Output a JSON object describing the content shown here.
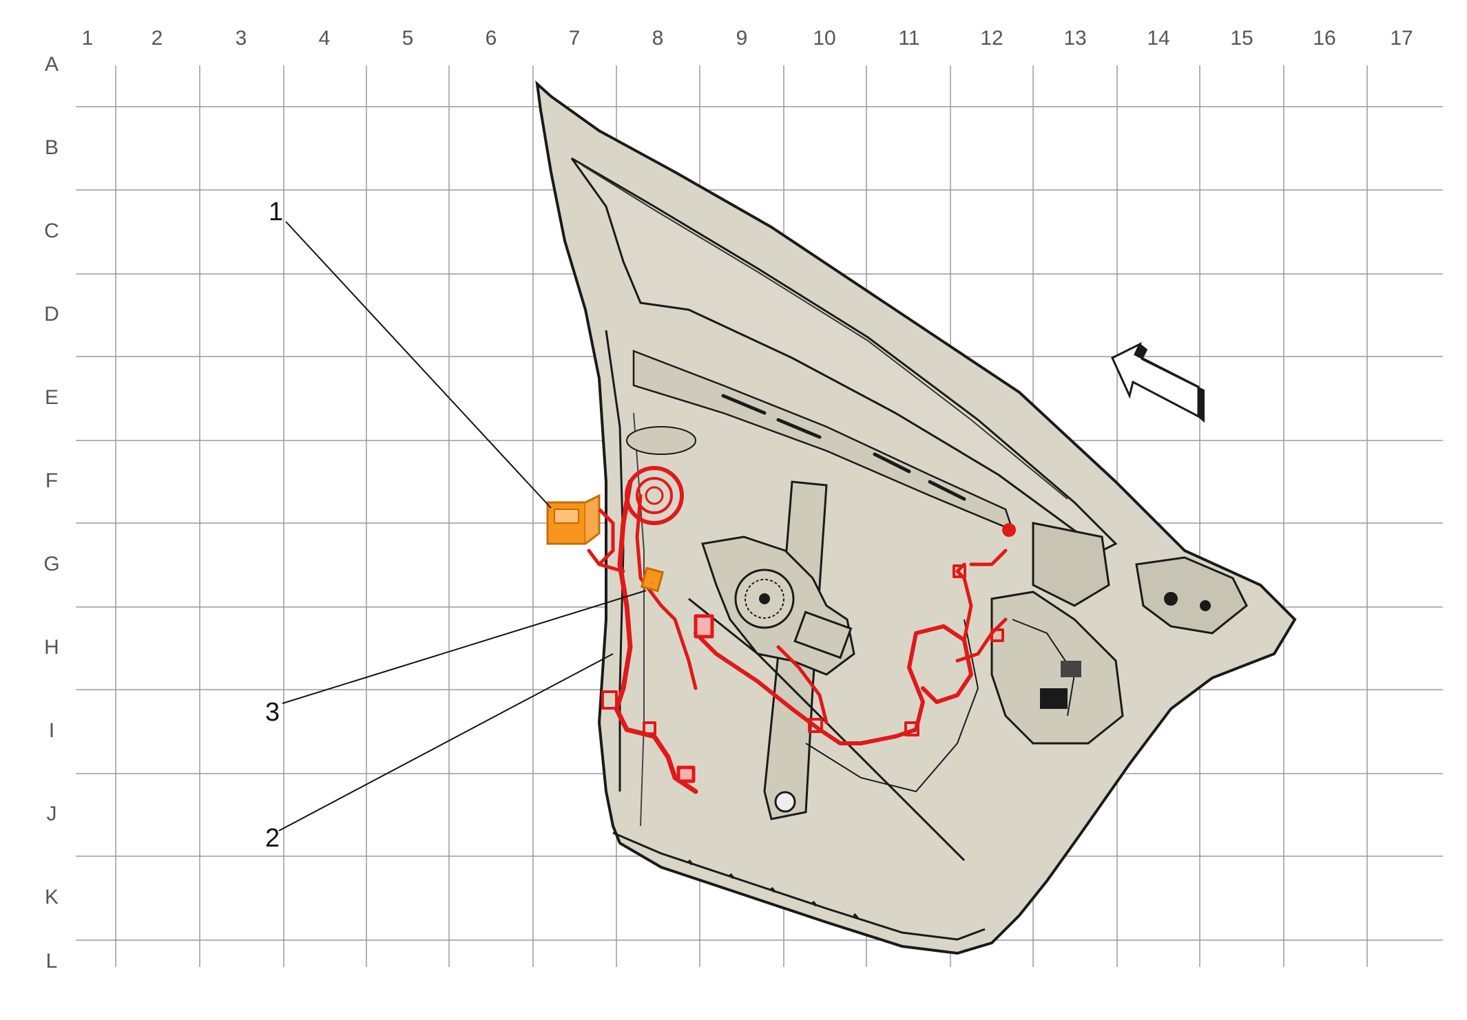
{
  "grid": {
    "columns": [
      "1",
      "2",
      "3",
      "4",
      "5",
      "6",
      "7",
      "8",
      "9",
      "10",
      "11",
      "12",
      "13",
      "14",
      "15",
      "16",
      "17"
    ],
    "rows": [
      "A",
      "B",
      "C",
      "D",
      "E",
      "F",
      "G",
      "H",
      "I",
      "J",
      "K",
      "L"
    ]
  },
  "callouts": [
    {
      "id": "1",
      "label": "1"
    },
    {
      "id": "2",
      "label": "2"
    },
    {
      "id": "3",
      "label": "3"
    }
  ],
  "colors": {
    "grid_line": "#9a9a9a",
    "label_text": "#555555",
    "door_fill": "#d9d6c8",
    "door_stroke": "#1a1a1a",
    "harness": "#e01919",
    "connector": "#f7941d",
    "callout_line": "#111111"
  },
  "icons": {
    "direction_arrow": "arrow-icon"
  }
}
